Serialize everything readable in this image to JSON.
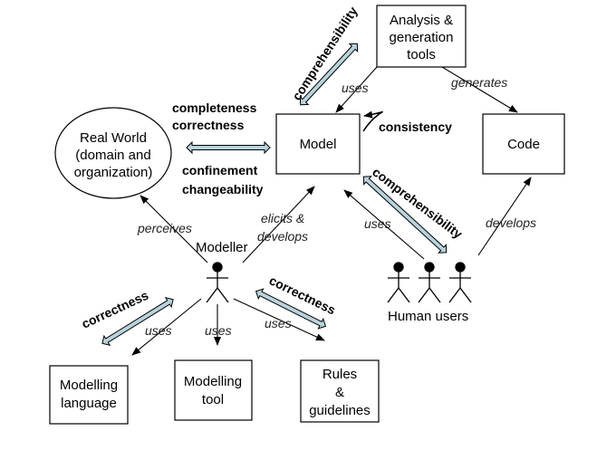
{
  "nodes": {
    "analysis_tools": [
      "Analysis &",
      "generation",
      "tools"
    ],
    "real_world": [
      "Real World",
      "(domain and",
      "organization)"
    ],
    "model": "Model",
    "code": "Code",
    "modelling_language": [
      "Modelling",
      "language"
    ],
    "modelling_tool": [
      "Modelling",
      "tool"
    ],
    "rules_guidelines": [
      "Rules",
      "&",
      "guidelines"
    ]
  },
  "actors": {
    "modeller": "Modeller",
    "human_users": "Human users"
  },
  "relations": {
    "uses_tools": "uses",
    "generates": "generates",
    "perceives": "perceives",
    "elicits": [
      "elicits &",
      "develops"
    ],
    "uses_users": "uses",
    "develops": "develops",
    "uses_language": "uses",
    "uses_tool": "uses",
    "uses_rules": "uses"
  },
  "qualities": {
    "comprehensibility_tools": "comprehensibility",
    "completeness_correctness": [
      "completeness",
      "correctness"
    ],
    "confinement_changeability": [
      "confinement",
      "changeability"
    ],
    "consistency": "consistency",
    "comprehensibility_users": "comprehensibility",
    "correctness_language": "correctness",
    "correctness_rules": "correctness"
  },
  "colors": {
    "quality_arrow_fill": "#b7d3dc",
    "stroke": "#000000"
  }
}
